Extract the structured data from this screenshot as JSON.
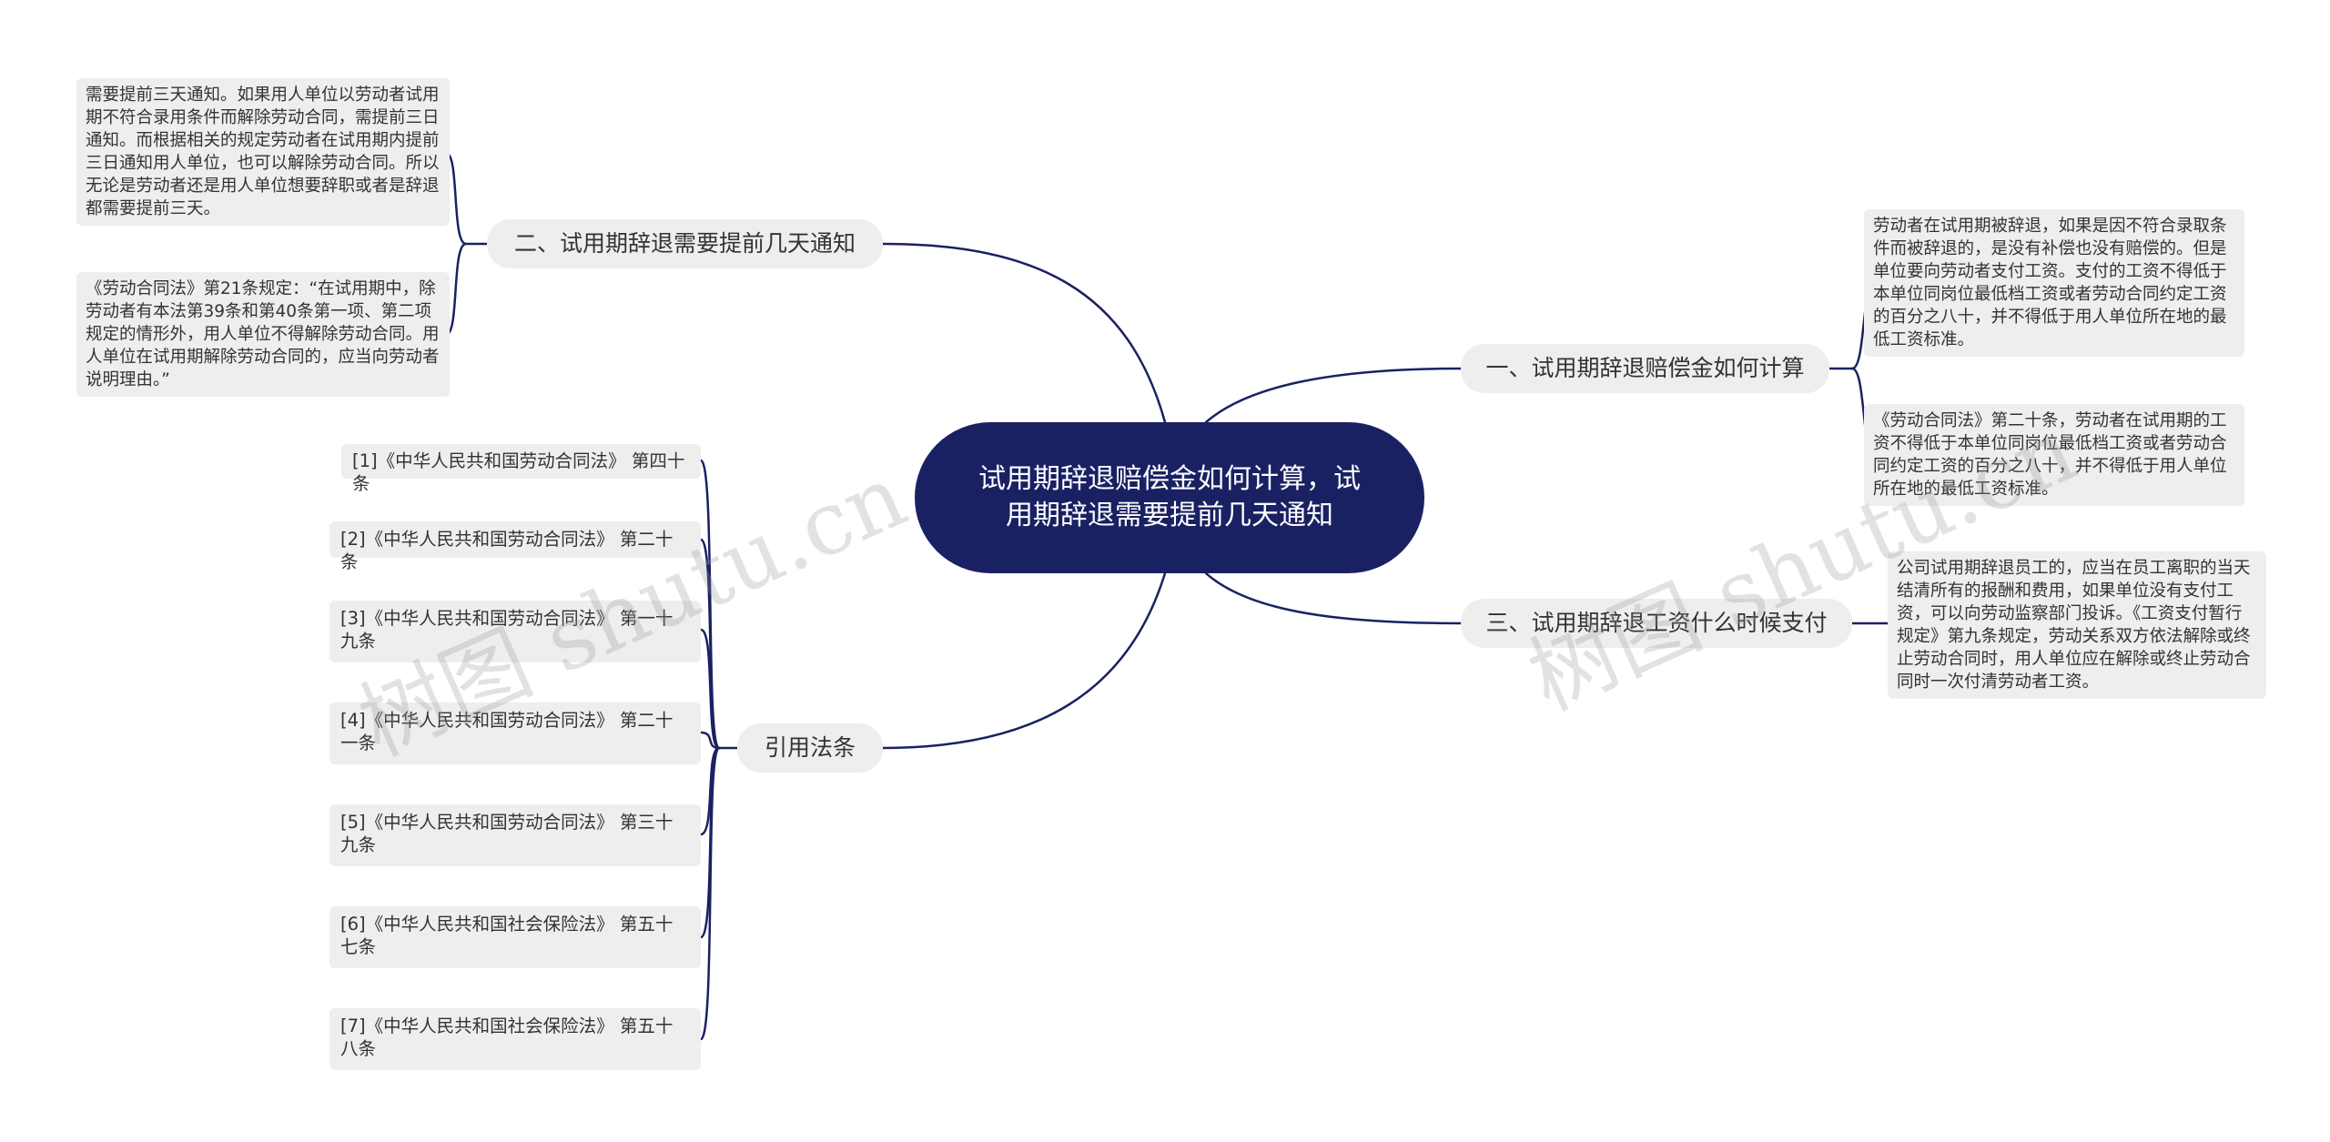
{
  "root": {
    "title": "试用期辞退赔偿金如何计算，试用期辞退需要提前几天通知"
  },
  "branches": {
    "b1": {
      "label": "一、试用期辞退赔偿金如何计算",
      "leaves": [
        "劳动者在试用期被辞退，如果是因不符合录取条件而被辞退的，是没有补偿也没有赔偿的。但是单位要向劳动者支付工资。支付的工资不得低于本单位同岗位最低档工资或者劳动合同约定工资的百分之八十，并不得低于用人单位所在地的最低工资标准。",
        "《劳动合同法》第二十条，劳动者在试用期的工资不得低于本单位同岗位最低档工资或者劳动合同约定工资的百分之八十，并不得低于用人单位所在地的最低工资标准。"
      ]
    },
    "b2": {
      "label": "二、试用期辞退需要提前几天通知",
      "leaves": [
        "需要提前三天通知。如果用人单位以劳动者试用期不符合录用条件而解除劳动合同，需提前三日通知。而根据相关的规定劳动者在试用期内提前三日通知用人单位，也可以解除劳动合同。所以无论是劳动者还是用人单位想要辞职或者是辞退都需要提前三天。",
        "《劳动合同法》第21条规定：“在试用期中，除劳动者有本法第39条和第40条第一项、第二项规定的情形外，用人单位不得解除劳动合同。用人单位在试用期解除劳动合同的，应当向劳动者说明理由。”"
      ]
    },
    "b3": {
      "label": "三、试用期辞退工资什么时候支付",
      "leaves": [
        "公司试用期辞退员工的，应当在员工离职的当天结清所有的报酬和费用，如果单位没有支付工资，可以向劳动监察部门投诉。《工资支付暂行规定》第九条规定，劳动关系双方依法解除或终止劳动合同时，用人单位应在解除或终止劳动合同时一次付清劳动者工资。"
      ]
    },
    "b4": {
      "label": "引用法条",
      "leaves": [
        "[1]《中华人民共和国劳动合同法》 第四十条",
        "[2]《中华人民共和国劳动合同法》 第二十条",
        "[3]《中华人民共和国劳动合同法》 第一十九条",
        "[4]《中华人民共和国劳动合同法》 第二十一条",
        "[5]《中华人民共和国劳动合同法》 第三十九条",
        "[6]《中华人民共和国社会保险法》 第五十七条",
        "[7]《中华人民共和国社会保险法》 第五十八条"
      ]
    }
  },
  "watermark": {
    "text": "树图 shutu.cn"
  },
  "colors": {
    "root_bg": "#1a2163",
    "node_bg": "#eeeeee",
    "line": "#1a2163"
  }
}
